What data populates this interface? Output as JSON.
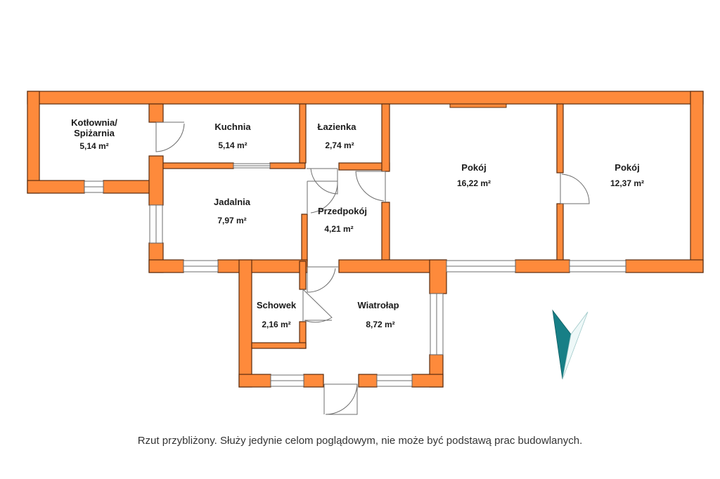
{
  "colors": {
    "wall": "#fe8a3b",
    "wall_outline": "#5a2c0e",
    "window": "#ffffff",
    "compass_dark": "#177f86",
    "compass_light": "#bfe6e6"
  },
  "rooms": {
    "kotlownia": {
      "name_line1": "Kotłownia/",
      "name_line2": "Spiżarnia",
      "area": "5,14 m²"
    },
    "kuchnia": {
      "name": "Kuchnia",
      "area": "5,14 m²"
    },
    "lazienka": {
      "name": "Łazienka",
      "area": "2,74 m²"
    },
    "pokoj1": {
      "name": "Pokój",
      "area": "16,22 m²"
    },
    "pokoj2": {
      "name": "Pokój",
      "area": "12,37 m²"
    },
    "jadalnia": {
      "name": "Jadalnia",
      "area": "7,97 m²"
    },
    "przedpokoj": {
      "name": "Przedpokój",
      "area": "4,21 m²"
    },
    "schowek": {
      "name": "Schowek",
      "area": "2,16 m²"
    },
    "wiatrolap": {
      "name": "Wiatrołap",
      "area": "8,72 m²"
    }
  },
  "compass_icon": "north-arrow-icon",
  "disclaimer": "Rzut przybliżony. Służy jedynie celom poglądowym, nie może być podstawą prac budowlanych."
}
